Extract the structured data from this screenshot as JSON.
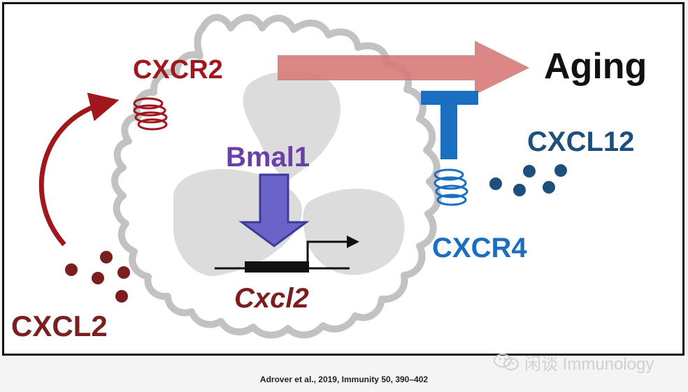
{
  "diagram": {
    "labels": {
      "cxcr2": "CXCR2",
      "aging": "Aging",
      "bmal1": "Bmal1",
      "cxcl12": "CXCL12",
      "cxcr4": "CXCR4",
      "cxcl2_gene": "Cxcl2",
      "cxcl2": "CXCL2"
    },
    "colors": {
      "red": "#a0171c",
      "dark_red": "#7a1e1e",
      "blue": "#1b6fc0",
      "navy": "#1d4f7c",
      "purple": "#6a3fa8",
      "aging_arrow": "#d97b78",
      "membrane": "#c2c2c2",
      "nucleus": "#dcdcdc"
    }
  },
  "citation": "Adrover et al., 2019, Immunity 50, 390–402",
  "watermark": {
    "text": "闲谈 Immunology",
    "icon": "wechat-icon"
  }
}
